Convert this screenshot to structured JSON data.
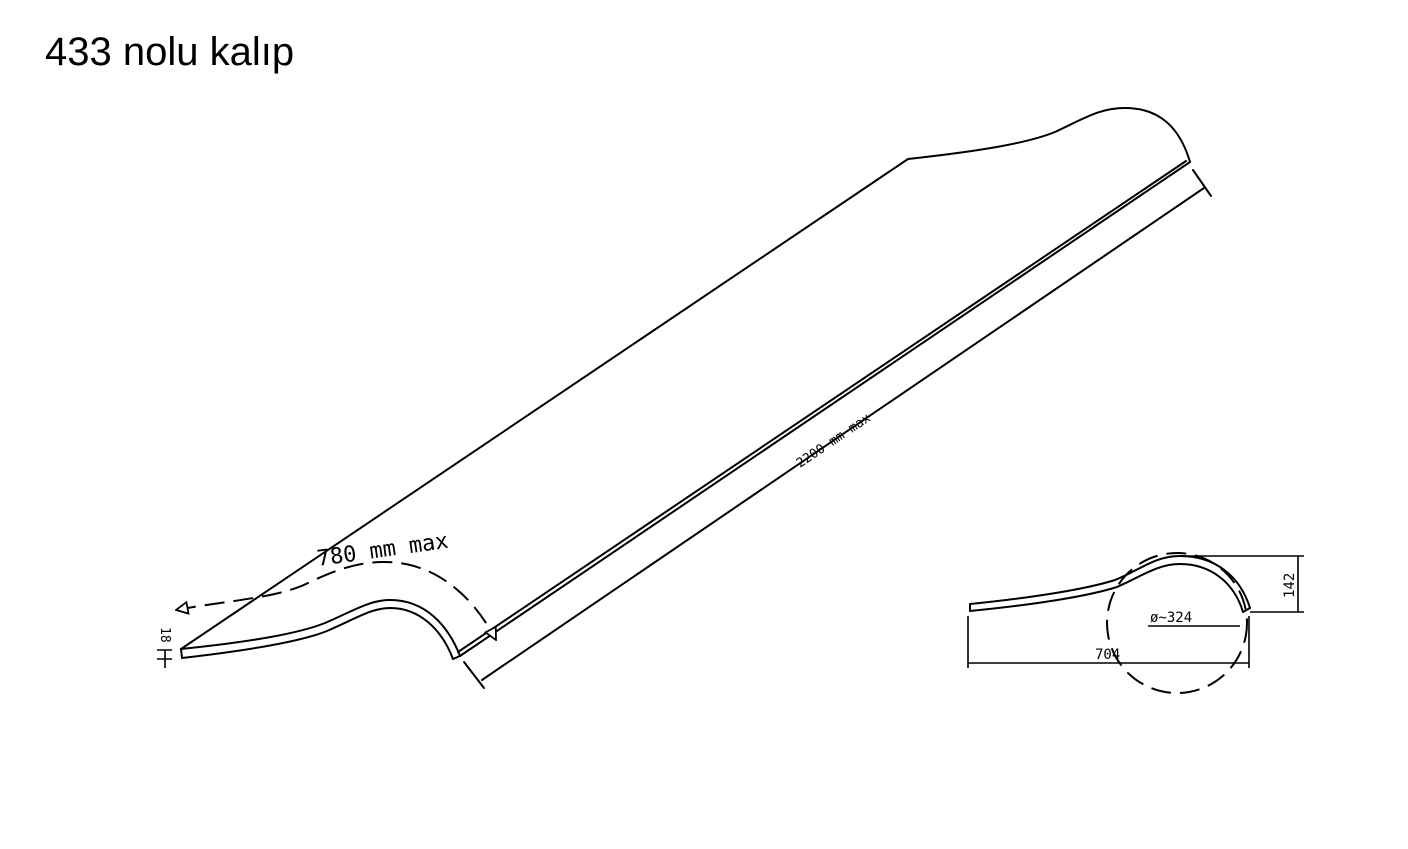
{
  "title": "433 nolu kalıp",
  "dimensions": {
    "length": "2200 mm max",
    "width_developed": "780 mm max",
    "thickness": "18",
    "profile_width": "704",
    "profile_height": "142",
    "diameter": "ø~324"
  }
}
